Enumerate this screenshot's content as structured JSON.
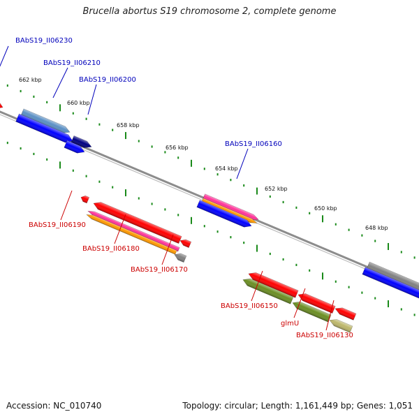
{
  "title": "Brucella abortus S19 chromosome 2, complete genome",
  "footer": {
    "accession": "Accession: NC_010740",
    "summary": "Topology: circular; Length: 1,161,449 bp; Genes: 1,051"
  },
  "colors": {
    "backbone": "#8c8c8c",
    "ruler": "#1a8a1a",
    "label_top": "#0000bb",
    "label_bottom": "#cc0000"
  },
  "ruler_labels": [
    "662 kbp",
    "660 kbp",
    "658 kbp",
    "656 kbp",
    "654 kbp",
    "652 kbp",
    "650 kbp",
    "648 kbp"
  ],
  "gene_labels_top": [
    "BAbS19_II06230",
    "BAbS19_II06210",
    "BAbS19_II06200",
    "BAbS19_II06160"
  ],
  "gene_labels_bottom": [
    "BAbS19_II06190",
    "BAbS19_II06180",
    "BAbS19_II06170",
    "BAbS19_II06150",
    "glmU",
    "BAbS19_II06130"
  ],
  "genes": [
    {
      "color": "#ff0000",
      "strand": "plus"
    },
    {
      "color": "#5a8fc4",
      "strand": "plus"
    },
    {
      "color": "#0000ff",
      "strand": "plus"
    },
    {
      "color": "#000080",
      "strand": "plus"
    },
    {
      "color": "#0000ff",
      "strand": "plus"
    },
    {
      "color": "#ff0000",
      "strand": "minus"
    },
    {
      "color": "#ff0000",
      "strand": "minus"
    },
    {
      "color": "#ff0000",
      "strand": "minus"
    },
    {
      "color": "#ff3399",
      "strand": "minus"
    },
    {
      "color": "#ff9900",
      "strand": "minus"
    },
    {
      "color": "#808080",
      "strand": "minus"
    },
    {
      "color": "#ff3399",
      "strand": "plus"
    },
    {
      "color": "#ff9900",
      "strand": "plus"
    },
    {
      "color": "#0000ff",
      "strand": "plus"
    },
    {
      "color": "#ff0000",
      "strand": "minus"
    },
    {
      "color": "#ff0000",
      "strand": "minus"
    },
    {
      "color": "#ff0000",
      "strand": "minus"
    },
    {
      "color": "#6b8e23",
      "strand": "minus"
    },
    {
      "color": "#6b8e23",
      "strand": "minus"
    },
    {
      "color": "#bdb76b",
      "strand": "minus"
    },
    {
      "color": "#808080",
      "strand": "plus"
    },
    {
      "color": "#0000ff",
      "strand": "plus"
    }
  ]
}
